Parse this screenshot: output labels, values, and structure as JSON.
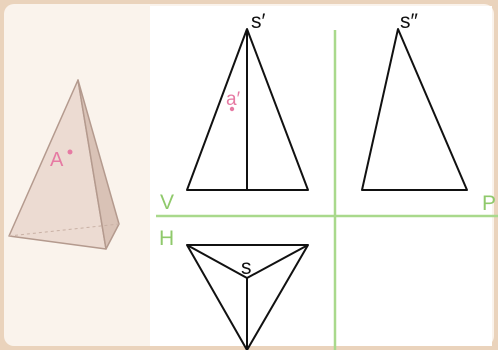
{
  "colors": {
    "frame": "#ead3bc",
    "frame_inner": "#faf3ec",
    "solid_front": "#ecdbd2",
    "solid_side": "#d9c2b6",
    "solid_edge": "#b49a8e",
    "point_label": "#e67aa3",
    "axis": "#a9d98c",
    "axis_label": "#8fc96b",
    "projection_line": "#111111"
  },
  "solid": {
    "point_label": "A"
  },
  "front_view": {
    "apex_label": "s′",
    "point_label": "a′"
  },
  "side_view": {
    "apex_label": "s″"
  },
  "top_view": {
    "apex_label": "s"
  },
  "axes": {
    "v_label": "V",
    "h_label": "H",
    "p_label": "P"
  }
}
